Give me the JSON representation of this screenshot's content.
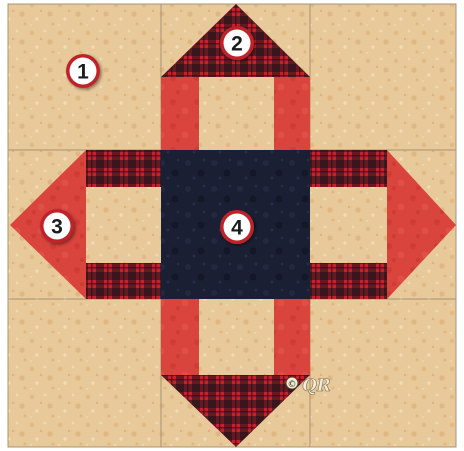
{
  "block": {
    "title": "",
    "colors": {
      "background_tan": "#e8c99a",
      "tan_speckle": "#d9ab70",
      "seam_line": "#a89474",
      "red_solid": "#d9443c",
      "red_light": "#e0524a",
      "navy_center": "#1b1f33",
      "plaid_red": "#c8202a",
      "plaid_black": "#14141a",
      "badge_fill": "#ffffff",
      "badge_ring": "#c0242c"
    },
    "patches": [
      {
        "id": "1",
        "label": "1",
        "name": "background-tan",
        "icon": "numbered-badge"
      },
      {
        "id": "2",
        "label": "2",
        "name": "plaid-triangle",
        "icon": "numbered-badge"
      },
      {
        "id": "3",
        "label": "3",
        "name": "red-triangle",
        "icon": "numbered-badge"
      },
      {
        "id": "4",
        "label": "4",
        "name": "navy-center-square",
        "icon": "numbered-badge"
      }
    ],
    "watermark": {
      "copyright_symbol": "©",
      "initials": "QR"
    }
  }
}
